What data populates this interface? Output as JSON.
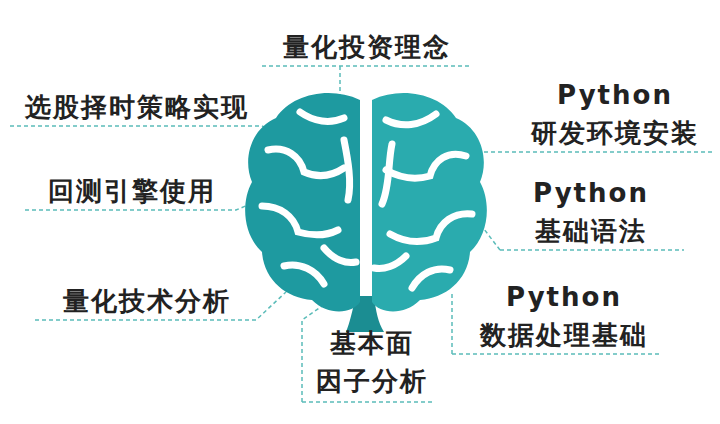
{
  "diagram": {
    "labels": [
      "量化投资理念",
      "选股择时策略实现",
      "Python 研发环境安装",
      "回测引擎使用",
      "Python 基础语法",
      "量化技术分析",
      "Python 数据处理基础",
      "基本面 因子分析"
    ]
  }
}
